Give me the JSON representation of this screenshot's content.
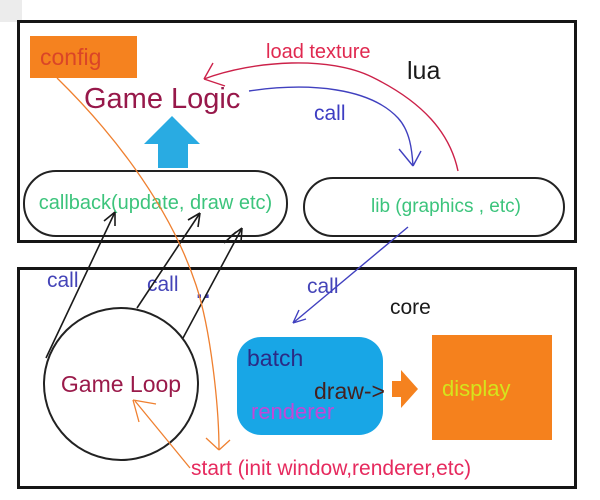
{
  "colors": {
    "panel_border": "#151515",
    "orange_box": "#f5821f",
    "cyan_up_arrow": "#29abe2",
    "blue_batch_box": "#18a6e6",
    "green_box_text": "#3cc47c",
    "maroon_title_text": "#97184a",
    "blue_call_label": "#4444b8",
    "red_curve": "#cc2149",
    "orange_stroke": "#ef8030",
    "pink_start_text": "#e62a5e",
    "magenta_renderer_text": "#c347d7",
    "navy_batch_text": "#2b2b85",
    "yellow_green_display_text": "#d5e41c",
    "dark_brown_draw_text": "#45201d",
    "black_text": "#1a1a1a",
    "config_text": "#da4527"
  },
  "top_panel": {
    "config_label": "config",
    "title": "Game Logic",
    "load_texture_label": "load texture",
    "lua_label": "lua",
    "call_label": "call",
    "callback_box_label": "callback(update, draw etc)",
    "lib_box_label": "lib (graphics , etc)"
  },
  "bottom_panel": {
    "call_label_left": "call",
    "call_label_mid": "call",
    "ellipsis_label": "..",
    "call_label_right": "call",
    "core_label": "core",
    "game_loop_label": "Game Loop",
    "batch_label": "batch",
    "renderer_label": "renderer",
    "draw_label": "draw->",
    "display_label": "display",
    "start_label": "start (init window,renderer,etc)"
  }
}
